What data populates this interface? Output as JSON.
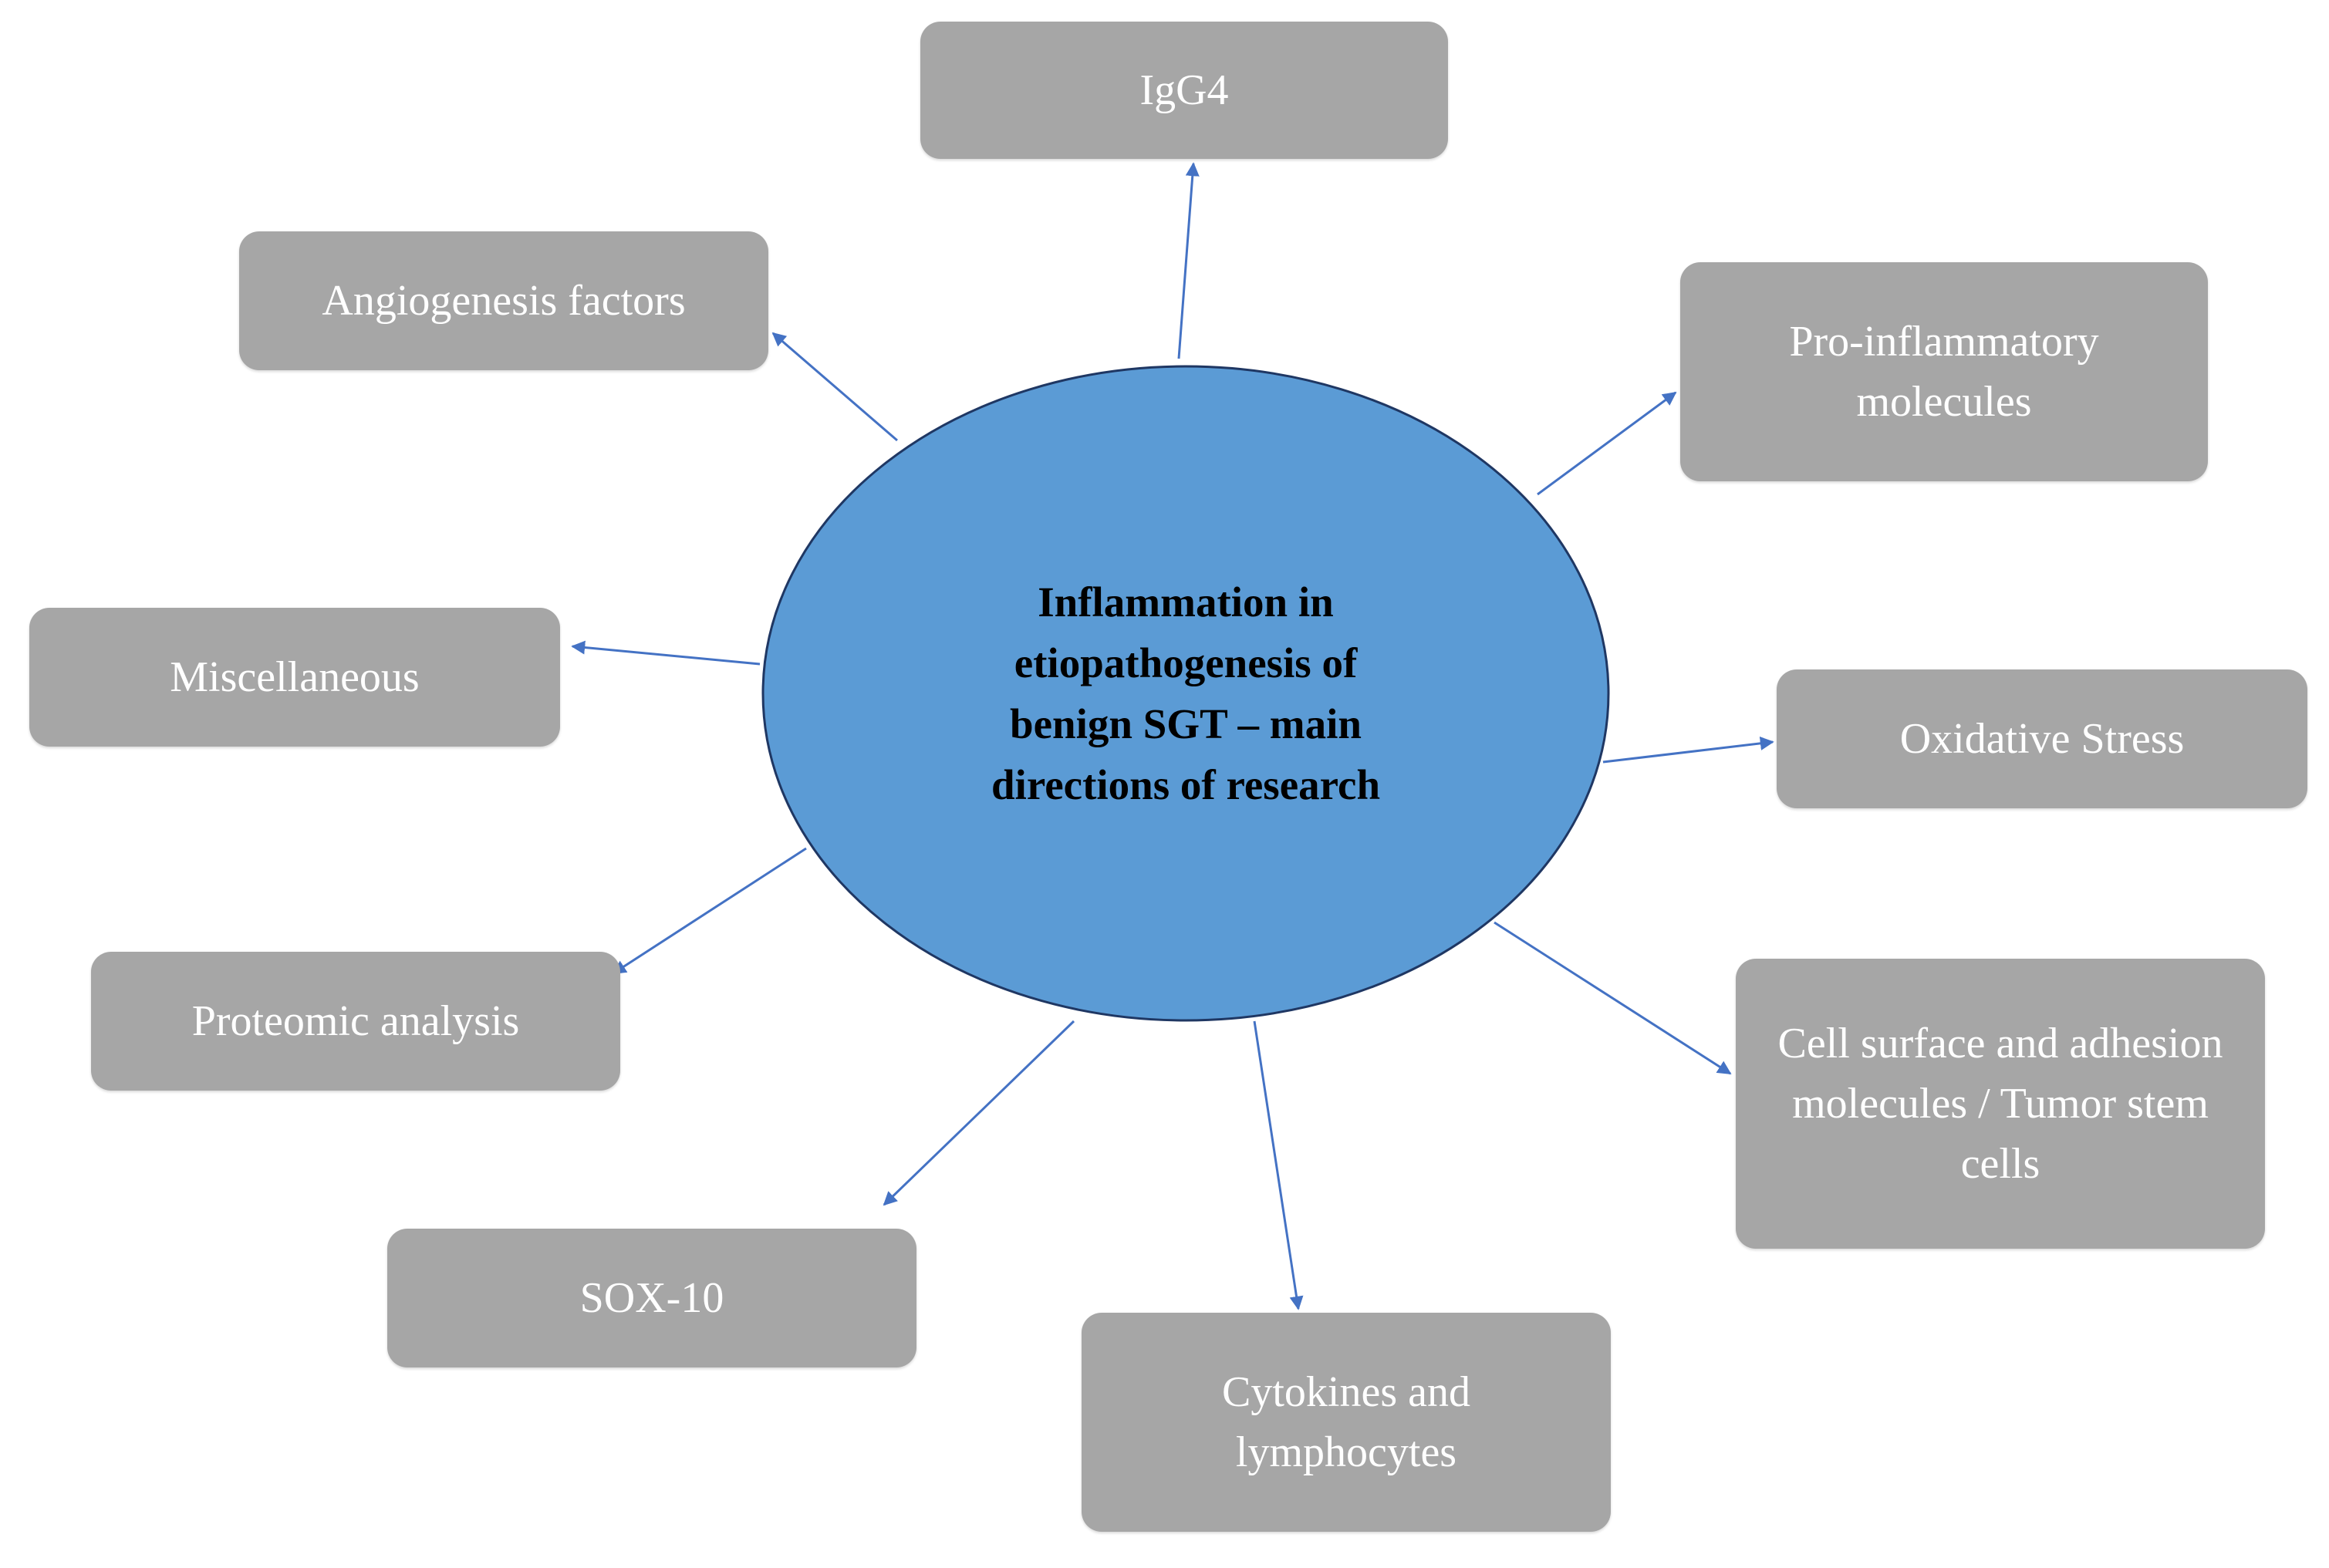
{
  "colors": {
    "node_fill": "#a6a6a6",
    "center_fill": "#5b9bd5",
    "center_stroke": "#1f3763",
    "arrow": "#4472c4",
    "node_text": "#ffffff",
    "center_text": "#000000"
  },
  "center": {
    "label": "Inflammation in\netiopathogenesis of\nbenign SGT – main\ndirections of research"
  },
  "nodes": [
    {
      "id": "igg4",
      "label": "IgG4"
    },
    {
      "id": "angiogenesis",
      "label": "Angiogenesis factors"
    },
    {
      "id": "pro-inflammatory",
      "label": "Pro-inflammatory molecules"
    },
    {
      "id": "miscellaneous",
      "label": "Miscellaneous"
    },
    {
      "id": "oxidative-stress",
      "label": "Oxidative Stress"
    },
    {
      "id": "proteomic",
      "label": "Proteomic analysis"
    },
    {
      "id": "cell-surface",
      "label": "Cell surface and adhesion molecules / Tumor stem cells"
    },
    {
      "id": "sox10",
      "label": "SOX-10"
    },
    {
      "id": "cytokines",
      "label": "Cytokines and lymphocytes"
    }
  ]
}
